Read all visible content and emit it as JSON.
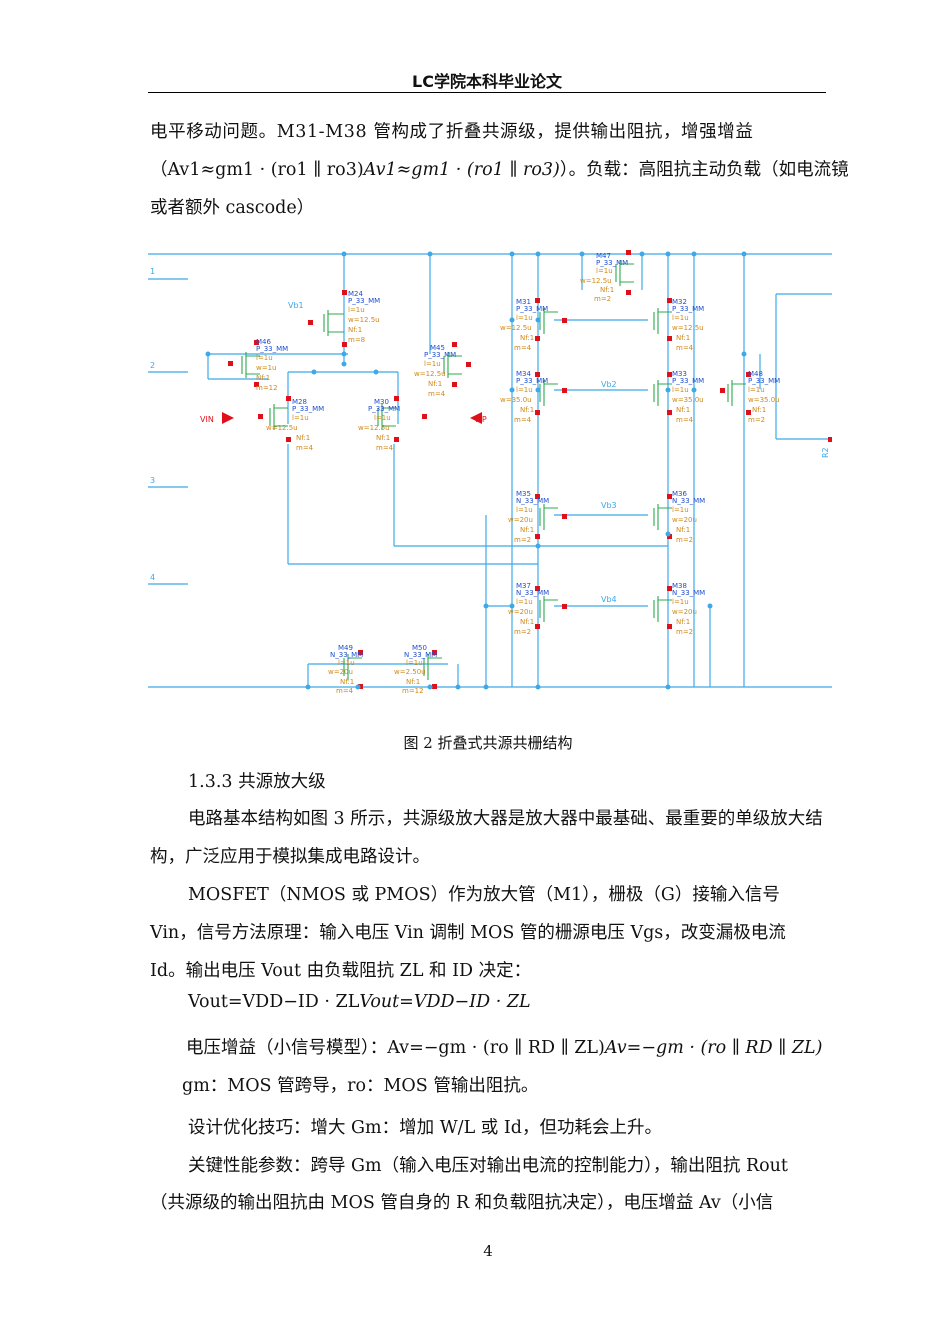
{
  "header": {
    "title": "LC学院本科毕业论文"
  },
  "paragraphs": {
    "p1_l1": "电平移动问题。M31-M38 管构成了折叠共源级，提供输出阻抗，增强增益",
    "p1_l2a": "（Av1≈gm1 · (ro1 ∥ ro3)",
    "p1_l2b": "Av1≈gm1 · (ro1 ∥ ro3)",
    "p1_l2c": "）。负载：高阻抗主动负载（如电流镜",
    "p1_l3": "或者额外 cascode）",
    "section": "1.3.3 共源放大级",
    "p2": "电路基本结构如图 3 所示，共源级放大器是放大器中最基础、最重要的单级放大结构，广泛应用于模拟集成电路设计。",
    "p3": "MOSFET（NMOS 或 PMOS）作为放大管（M1），栅极（G）接输入信号 Vin，信号方法原理：输入电压 Vin 调制 MOS 管的栅源电压 Vgs，改变漏极电流 Id。输出电压 Vout 由负载阻抗 ZL 和 ID 决定：",
    "eq1a": "Vout=VDD−ID · ZL",
    "eq1b": "Vout=VDD−ID · ZL",
    "gain_a": "电压增益（小信号模型）：Av=−gm · (ro ∥ RD ∥ ZL)",
    "gain_b": "Av=−gm · (ro ∥ RD ∥ ZL)",
    "gm_line": "gm：MOS 管跨导，ro：MOS 管输出阻抗。",
    "tip": "设计优化技巧：增大 Gm：增加 W/L 或 Id，但功耗会上升。",
    "key_l1": "关键性能参数：跨导 Gm（输入电压对输出电流的控制能力），输出阻抗 Rout",
    "key_l2": "（共源级的输出阻抗由 MOS 管自身的 R 和负载阻抗决定），电压增益 Av（小信"
  },
  "figure": {
    "caption": "图 2  折叠式共源共栅结构",
    "nets": {
      "vb1": "Vb1",
      "vb2": "Vb2",
      "vb3": "Vb3",
      "vb4": "Vb4",
      "vin": "VIN",
      "vip": "VIP",
      "r2": "R2",
      "edge1": "1",
      "edge2": "2",
      "edge3": "3",
      "edge4": "4"
    },
    "transistors": {
      "m24": {
        "name": "M24",
        "model": "P_33_MM",
        "l": "l=1u",
        "w": "w=12.5u",
        "nf": "Nf:1",
        "m": "m=8"
      },
      "m46": {
        "name": "M46",
        "model": "P_33_MM",
        "l": "l=1u",
        "w": "w=1u",
        "nf": "Nf:1",
        "m": "m=12"
      },
      "m45": {
        "name": "M45",
        "model": "P_33_MM",
        "l": "l=1u",
        "w": "w=12.5u",
        "nf": "Nf:1",
        "m": "m=4"
      },
      "m28": {
        "name": "M28",
        "model": "P_33_MM",
        "l": "l=1u",
        "w": "w=12.5u",
        "nf": "Nf:1",
        "m": "m=4"
      },
      "m30": {
        "name": "M30",
        "model": "P_33_MM",
        "l": "l=1u",
        "w": "w=12.5u",
        "nf": "Nf:1",
        "m": "m=4"
      },
      "m47": {
        "name": "M47",
        "model": "P_33_MM",
        "l": "l=1u",
        "w": "w=12.5u",
        "nf": "Nf:1",
        "m": "m=2"
      },
      "m31": {
        "name": "M31",
        "model": "P_33_MM",
        "l": "l=1u",
        "w": "w=12.5u",
        "nf": "Nf:1",
        "m": "m=4"
      },
      "m32": {
        "name": "M32",
        "model": "P_33_MM",
        "l": "l=1u",
        "w": "w=12.5u",
        "nf": "Nf:1",
        "m": "m=4"
      },
      "m34": {
        "name": "M34",
        "model": "P_33_MM",
        "l": "l=1u",
        "w": "w=35.0u",
        "nf": "Nf:1",
        "m": "m=4"
      },
      "m33": {
        "name": "M33",
        "model": "P_33_MM",
        "l": "l=1u",
        "w": "w=35.0u",
        "nf": "Nf:1",
        "m": "m=4"
      },
      "m48": {
        "name": "M48",
        "model": "P_33_MM",
        "l": "l=1u",
        "w": "w=35.0u",
        "nf": "Nf:1",
        "m": "m=2"
      },
      "m35": {
        "name": "M35",
        "model": "N_33_MM",
        "l": "l=1u",
        "w": "w=20u",
        "nf": "Nf:1",
        "m": "m=2"
      },
      "m36": {
        "name": "M36",
        "model": "N_33_MM",
        "l": "l=1u",
        "w": "w=20u",
        "nf": "Nf:1",
        "m": "m=2"
      },
      "m37": {
        "name": "M37",
        "model": "N_33_MM",
        "l": "l=1u",
        "w": "w=20u",
        "nf": "Nf:1",
        "m": "m=2"
      },
      "m38": {
        "name": "M38",
        "model": "N_33_MM",
        "l": "l=1u",
        "w": "w=20u",
        "nf": "Nf:1",
        "m": "m=2"
      },
      "m49": {
        "name": "M49",
        "model": "N_33_MM",
        "l": "l=1u",
        "w": "w=20u",
        "nf": "Nf:1",
        "m": "m=4"
      },
      "m50": {
        "name": "M50",
        "model": "N_33_MM",
        "l": "l=1u",
        "w": "w=2.50u",
        "nf": "Nf:1",
        "m": "m=12"
      }
    },
    "colors": {
      "wire": "#3da9e8",
      "device": "#2fa84f",
      "pin": "#e0101a",
      "label": "#1e4fd0",
      "param": "#d08a1a"
    }
  },
  "page": {
    "number": "4"
  }
}
